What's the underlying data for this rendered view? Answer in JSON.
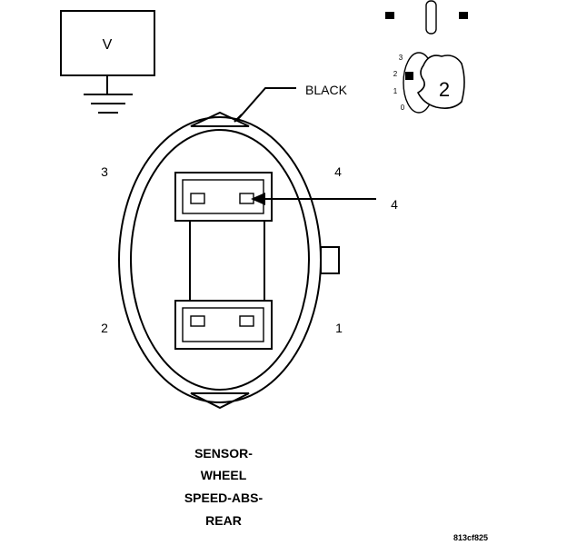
{
  "voltmeter": {
    "symbol": "V"
  },
  "wire_color_label": "BLACK",
  "cavity_labels": {
    "c1": "1",
    "c2": "2",
    "c3": "3",
    "c4": "4"
  },
  "callout_label": "4",
  "inset": {
    "position_numbers": [
      "3",
      "2",
      "1",
      "0"
    ],
    "selected_number": "2"
  },
  "component_name_lines": [
    "SENSOR-",
    "WHEEL",
    "SPEED-ABS-",
    "REAR"
  ],
  "figure_id": "813cf825"
}
